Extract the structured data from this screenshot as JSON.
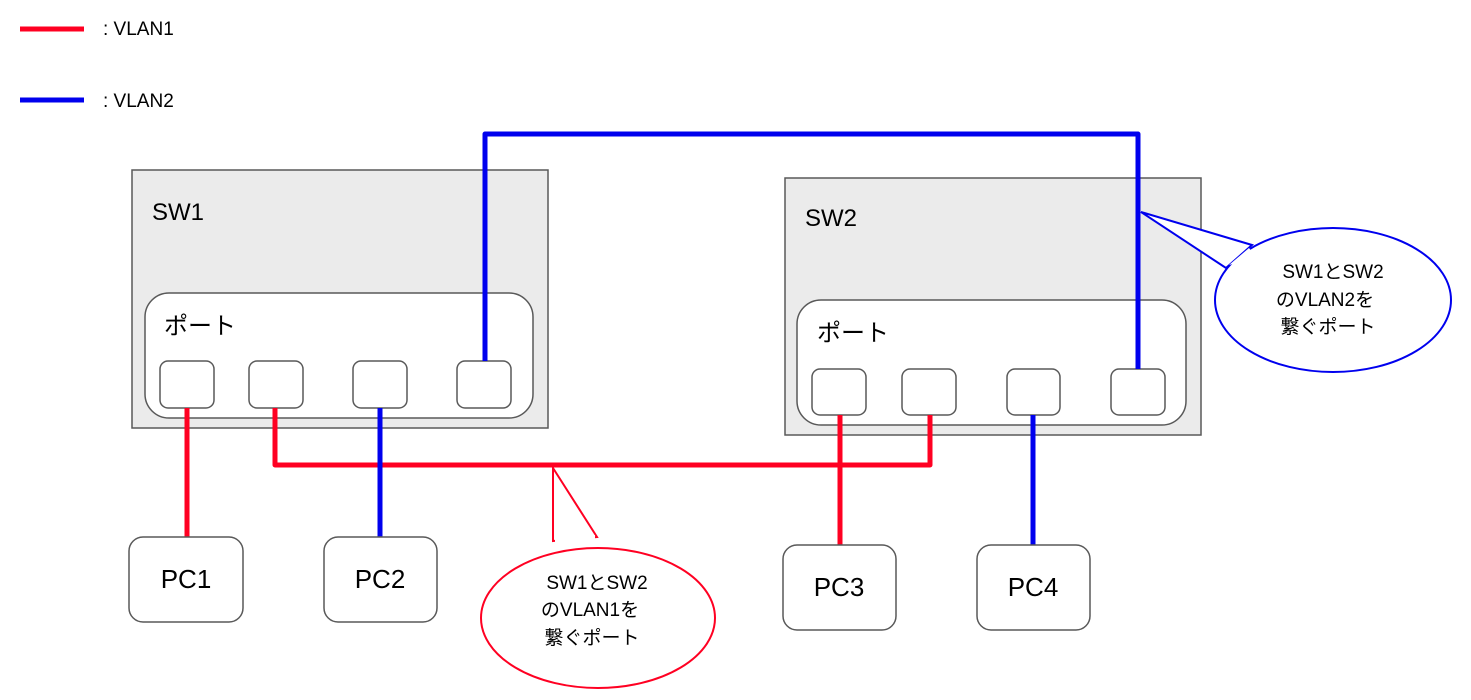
{
  "legend": [
    {
      "label": ": VLAN1",
      "color": "#ff0022"
    },
    {
      "label": ": VLAN2",
      "color": "#0000ee"
    }
  ],
  "switches": [
    {
      "id": "sw1",
      "title": "SW1",
      "port_group_label": "ポート",
      "port_count": 4
    },
    {
      "id": "sw2",
      "title": "SW2",
      "port_group_label": "ポート",
      "port_count": 4
    }
  ],
  "pcs": [
    {
      "id": "pc1",
      "label": "PC1",
      "vlan": "VLAN1"
    },
    {
      "id": "pc2",
      "label": "PC2",
      "vlan": "VLAN2"
    },
    {
      "id": "pc3",
      "label": "PC3",
      "vlan": "VLAN1"
    },
    {
      "id": "pc4",
      "label": "PC4",
      "vlan": "VLAN2"
    }
  ],
  "connections": [
    {
      "from": "SW1 port1",
      "to": "PC1",
      "vlan": "VLAN1"
    },
    {
      "from": "SW1 port3",
      "to": "PC2",
      "vlan": "VLAN2"
    },
    {
      "from": "SW2 port1",
      "to": "PC3",
      "vlan": "VLAN1"
    },
    {
      "from": "SW2 port3",
      "to": "PC4",
      "vlan": "VLAN2"
    },
    {
      "from": "SW1 port2",
      "to": "SW2 port2",
      "vlan": "VLAN1"
    },
    {
      "from": "SW1 port4",
      "to": "SW2 port4",
      "vlan": "VLAN2"
    }
  ],
  "callouts": [
    {
      "id": "vlan1-link-callout",
      "lines": [
        "SW1とSW2",
        "のVLAN1を",
        "繋ぐポート"
      ],
      "color": "#ff0022"
    },
    {
      "id": "vlan2-link-callout",
      "lines": [
        "SW1とSW2",
        "のVLAN2を",
        "繋ぐポート"
      ],
      "color": "#0000ee"
    }
  ],
  "colors": {
    "vlan1": "#ff0022",
    "vlan2": "#0000ee",
    "switch_fill": "#ebebeb",
    "stroke": "#595959"
  }
}
